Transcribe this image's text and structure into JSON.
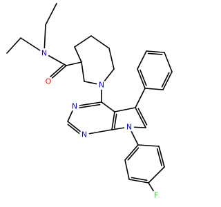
{
  "molecule": {
    "colors": {
      "bond": "#000000",
      "nitrogen": "#0000ff",
      "oxygen": "#ff0000",
      "fluorine": "#33cc33",
      "background": "#ffffff"
    },
    "atom_labels": {
      "amide_nitrogen": "N",
      "carbonyl_oxygen": "O",
      "piperidine_nitrogen": "N",
      "pyrimidine_nitrogen_top": "N",
      "pyrimidine_nitrogen_bottom": "N",
      "pyrrole_nitrogen": "N",
      "fluorine": "F"
    }
  }
}
